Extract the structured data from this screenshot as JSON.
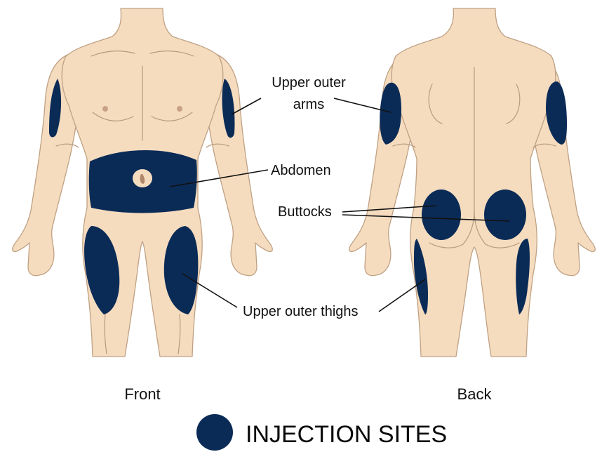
{
  "colors": {
    "injection_site": "#0b2b57",
    "skin": "#f5dcbf",
    "skin_outline": "#bfa184"
  },
  "labels": {
    "upper_outer_arms_line1": "Upper outer",
    "upper_outer_arms_line2": "arms",
    "abdomen": "Abdomen",
    "buttocks": "Buttocks",
    "upper_outer_thighs": "Upper outer thighs"
  },
  "views": {
    "front": "Front",
    "back": "Back"
  },
  "legend": {
    "label": "INJECTION SITES"
  }
}
